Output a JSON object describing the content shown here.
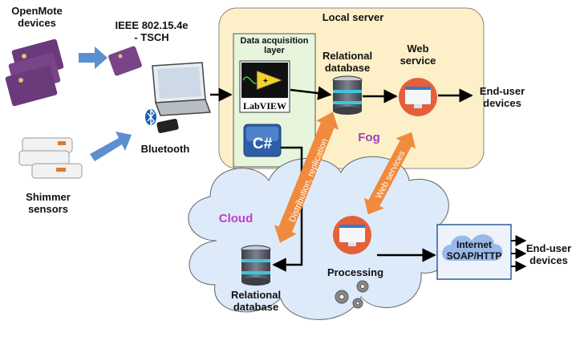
{
  "labels": {
    "openmote": [
      "OpenMote",
      "devices"
    ],
    "ieee": [
      "IEEE 802.15.4e",
      "- TSCH"
    ],
    "bluetooth": "Bluetooth",
    "shimmer": [
      "Shimmer",
      "sensors"
    ],
    "local_server": "Local server",
    "daq_layer": [
      "Data acquisition",
      "layer"
    ],
    "labview": "LabVIEW",
    "csharp": "C#",
    "rel_db_top": [
      "Relational",
      "database"
    ],
    "web_service": [
      "Web",
      "service"
    ],
    "fog": "Fog",
    "end_user_top": [
      "End-user",
      "devices"
    ],
    "distribution": "Distribution, replication",
    "web_services": "Web services",
    "cloud": "Cloud",
    "processing": "Processing",
    "rel_db_bottom": [
      "Relational",
      "database"
    ],
    "internet": [
      "Internet",
      "SOAP/HTTP"
    ],
    "end_user_bottom": [
      "End-user",
      "devices"
    ]
  },
  "colors": {
    "local_server_fill": "#fdf0c8",
    "daq_fill": "#e6f5dc",
    "cloud_fill": "#ddeafa",
    "orange_arrow": "#f08a3c",
    "blue_arrow": "#5b8fd0",
    "fog_text": "#a33dbf",
    "cloud_text": "#c040c8"
  }
}
